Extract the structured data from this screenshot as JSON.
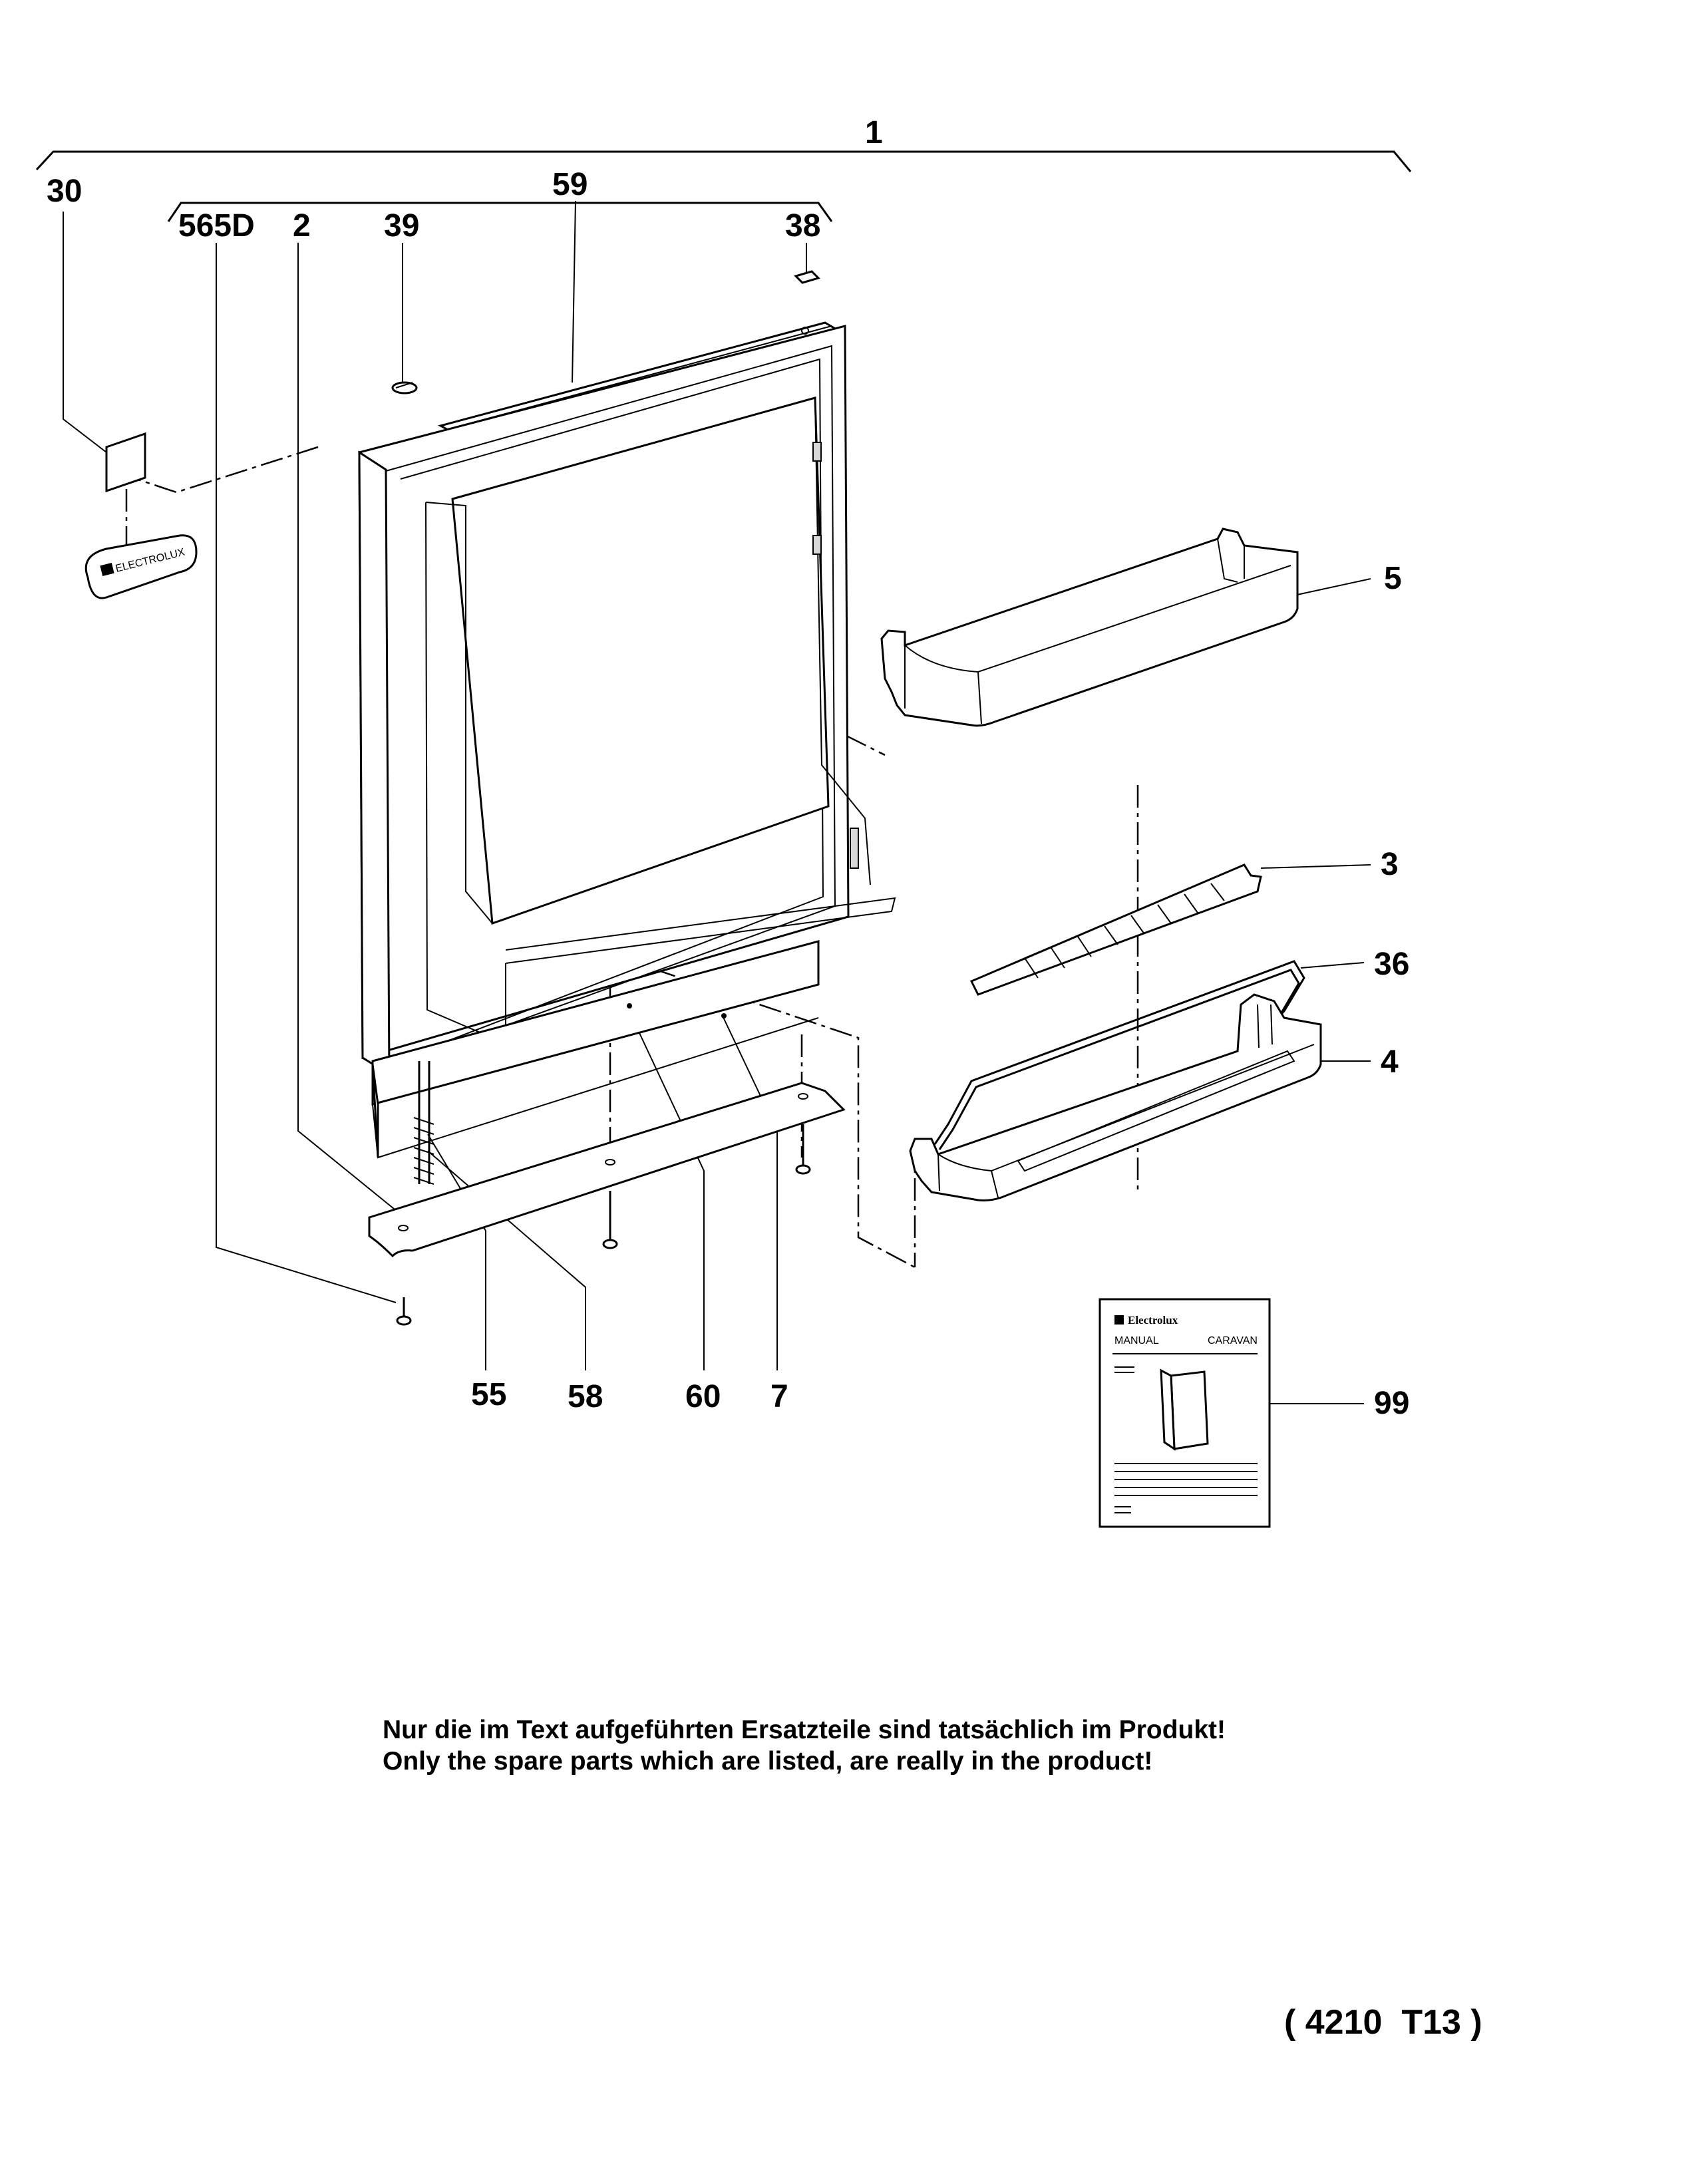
{
  "callouts": {
    "c1": "1",
    "c30": "30",
    "c59": "59",
    "c565d": "565D",
    "c2": "2",
    "c39": "39",
    "c38": "38",
    "c5": "5",
    "c3": "3",
    "c36": "36",
    "c4": "4",
    "c99": "99",
    "c55": "55",
    "c58": "58",
    "c60": "60",
    "c7": "7"
  },
  "badge_text": "ELECTROLUX",
  "manual": {
    "brand": "Electrolux",
    "left_label": "MANUAL",
    "right_label": "CARAVAN"
  },
  "note": {
    "line_de": "Nur die im Text aufgeführten Ersatzteile sind tatsächlich im Produkt!",
    "line_en": "Only the spare parts which are listed, are really in the product!"
  },
  "drawing_code": "( 4210  T13 )"
}
